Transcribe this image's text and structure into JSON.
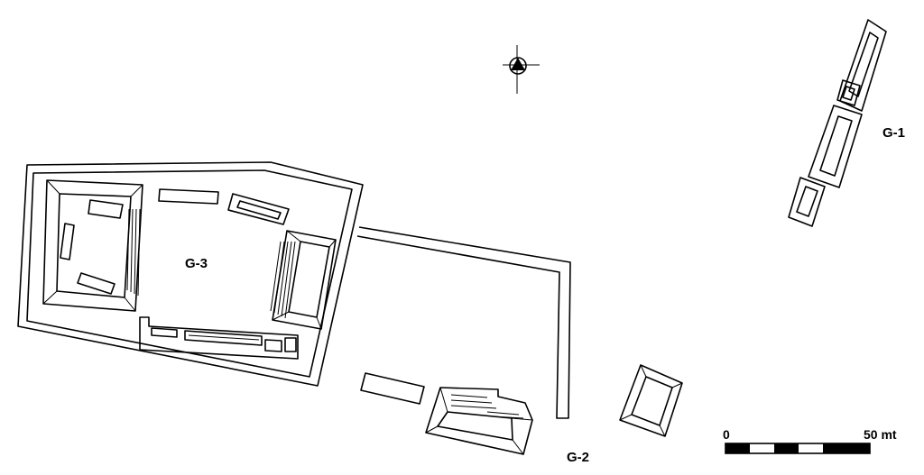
{
  "map": {
    "groups": {
      "g1": "G-1",
      "g2": "G-2",
      "g3": "G-3"
    },
    "scale_bar": {
      "start_label": "0",
      "end_label": "50 mt",
      "segments": 6
    },
    "north_arrow": "north-arrow-icon",
    "colors": {
      "ink": "#000000",
      "paper": "#ffffff"
    }
  }
}
